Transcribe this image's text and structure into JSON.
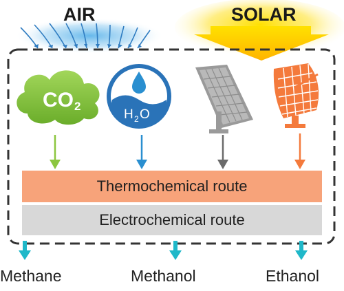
{
  "sources": {
    "air": "AIR",
    "solar": "SOLAR"
  },
  "icons": {
    "co2": {
      "main": "CO",
      "sub": "2",
      "color": "#8cc63f"
    },
    "h2o": {
      "main": "H",
      "sub": "2",
      "tail": "O",
      "color": "#2a73b8"
    },
    "pv_panel": {
      "color": "#8a8a8a"
    },
    "thermal_dish": {
      "color": "#f47a3c"
    }
  },
  "routes": {
    "thermochemical": "Thermochemical route",
    "electrochemical": "Electrochemical route"
  },
  "products": {
    "methane": "Methane",
    "methanol": "Methanol",
    "ethanol": "Ethanol"
  },
  "colors": {
    "air_glow": "#7fc4ee",
    "solar_glow": "#ffd500",
    "thermo": "#f7a37a",
    "electro": "#d8d8d8",
    "product_arrow": "#1fb8c9",
    "co2_arrow": "#8cc63f",
    "h2o_arrow": "#2a8fd0",
    "pv_arrow": "#6b6b6b",
    "dish_arrow": "#f47a3c"
  }
}
